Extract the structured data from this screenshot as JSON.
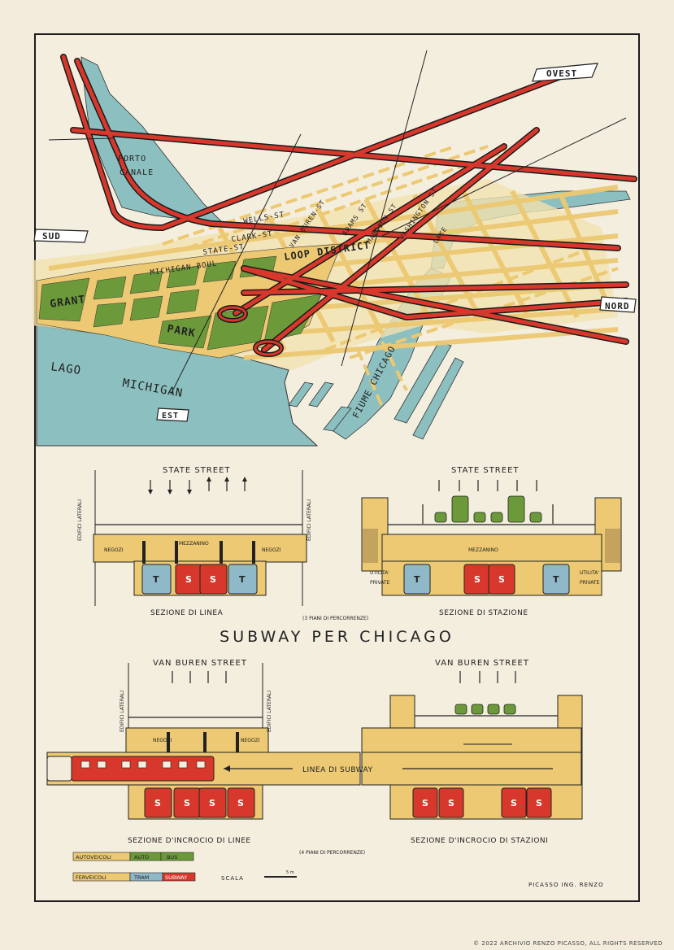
{
  "map": {
    "labels": {
      "ovest": "OVEST",
      "sud": "SUD",
      "nord": "NORD",
      "est": "EST",
      "porto": "PORTO",
      "canale": "CANALE",
      "grant": "GRANT",
      "park": "PARK",
      "lago": "LAGO",
      "michigan_lake": "MICHIGAN",
      "fiume": "FIUME CHICAGO",
      "loop": "LOOP DISTRICT",
      "wells": "WELLS-ST",
      "clark": "CLARK-ST",
      "state": "STATE-ST",
      "michigan_boul": "MICHIGAN-BOUL",
      "van_buren": "VAN BUREN-ST",
      "adams": "ADAMS ST",
      "madison": "MADISON ST",
      "washington": "WASHINGTON ST",
      "lake": "LAKE"
    }
  },
  "sections": {
    "linea": {
      "street": "STATE STREET",
      "caption": "SEZIONE DI LINEA",
      "negozi": "NEGOZI",
      "mezzanino": "MEZZANINO",
      "edifici": "EDIFICI LATERALI",
      "cars": [
        "T",
        "S",
        "S",
        "T"
      ]
    },
    "stazione": {
      "street": "STATE STREET",
      "caption": "SEZIONE DI STAZIONE",
      "mezzanino": "MEZZANINO",
      "utilita": "UTILITA'",
      "private": "PRIVATE",
      "cars": [
        "T",
        "S",
        "S",
        "T"
      ]
    },
    "note3": "(3 PIANI DI PERCORRENZE)",
    "incrocio_linee": {
      "street": "VAN BUREN STREET",
      "caption": "SEZIONE D'INCROCIO DI LINEE",
      "negozi": "NEGOZI",
      "edifici": "EDIFICI LATERALI",
      "linea": "LINEA DI SUBWAY",
      "cars": [
        "S",
        "S",
        "S",
        "S"
      ]
    },
    "incrocio_stazioni": {
      "street": "VAN BUREN STREET",
      "caption": "SEZIONE D'INCROCIO DI STAZIONI",
      "cars": [
        "S",
        "S",
        "S",
        "S"
      ]
    },
    "note4": "(4 PIANI DI PERCORRENZE)"
  },
  "title": "SUBWAY PER CHICAGO",
  "legend": {
    "autoveicoli": "AUTOVEICOLI",
    "auto": "AUTO",
    "bus": "BUS",
    "ferveicoli": "FERVEICOLI",
    "tram": "TRAM",
    "subway": "SUBWAY",
    "scala": "SCALA",
    "scale_mark": "5 m",
    "signature": "PICASSO ING. RENZO"
  },
  "copyright": "© 2022 ARCHIVIO RENZO PICASSO, ALL RIGHTS RESERVED",
  "colors": {
    "paper": "#f4eedf",
    "street_yellow": "#ecc972",
    "park_green": "#6c9a3a",
    "water_blue": "#8cbfbf",
    "subway_red": "#d8382c",
    "tram_blue": "#8fb8c8"
  }
}
